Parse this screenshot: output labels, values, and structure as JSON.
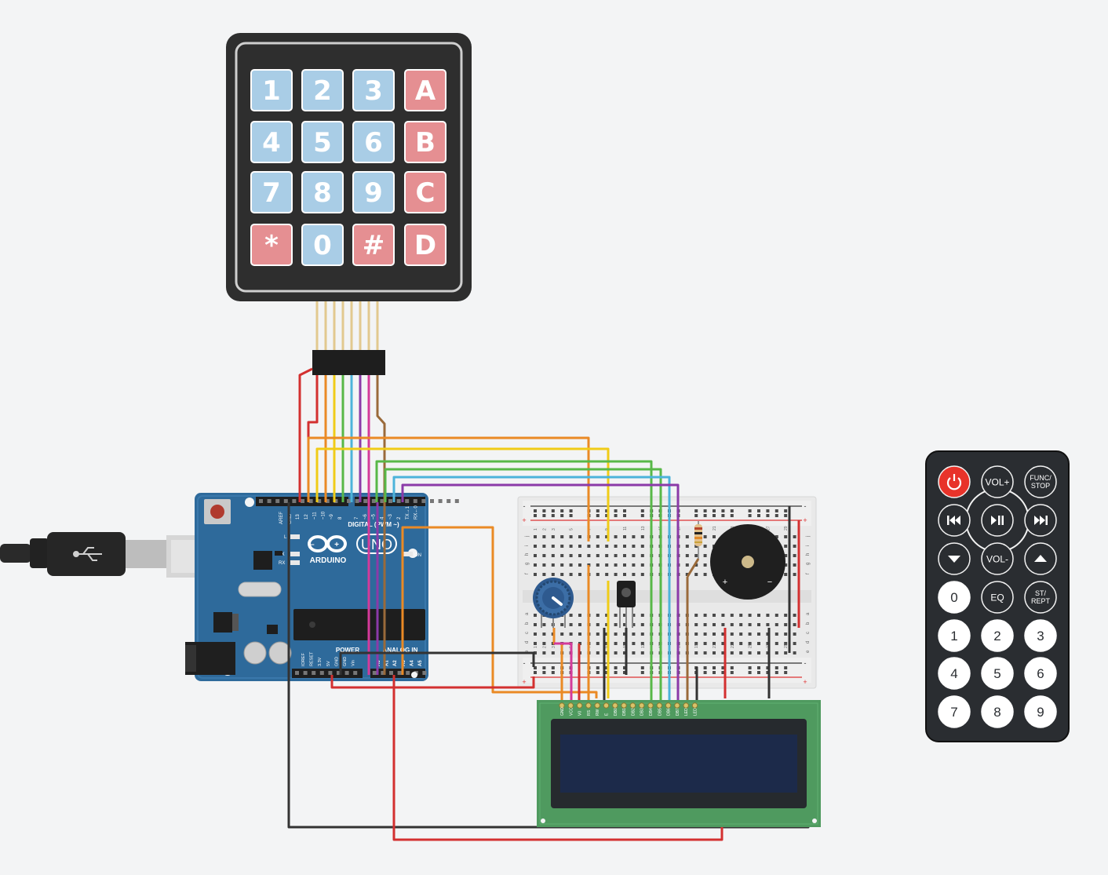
{
  "keypad": {
    "keys": [
      [
        "1",
        "2",
        "3",
        "A"
      ],
      [
        "4",
        "5",
        "6",
        "B"
      ],
      [
        "7",
        "8",
        "9",
        "C"
      ],
      [
        "*",
        "0",
        "#",
        "D"
      ]
    ]
  },
  "arduino": {
    "logo": "ARDUINO",
    "model": "UNO",
    "digital_label": "DIGITAL (PWM ~)",
    "power_label": "POWER",
    "analog_label": "ANALOG IN",
    "on_label": "ON",
    "aref": "AREF",
    "gnd": "GND",
    "tx": "TX",
    "rx": "RX",
    "l": "L",
    "digital_pins": [
      "13",
      "12",
      "~11",
      "~10",
      "~9",
      "8",
      "7",
      "~6",
      "~5",
      "4",
      "~3",
      "2",
      "TX→1",
      "RX←0"
    ],
    "power_pins": [
      "IOREF",
      "RESET",
      "3.3V",
      "5V",
      "GND",
      "GND",
      "Vin"
    ],
    "analog_pins": [
      "A0",
      "A1",
      "A2",
      "A3",
      "A4",
      "A5"
    ]
  },
  "breadboard": {
    "row_letters_top": [
      "j",
      "i",
      "h",
      "g",
      "f"
    ],
    "row_letters_bottom": [
      "e",
      "d",
      "c",
      "b",
      "a"
    ],
    "columns": [
      "1",
      "2",
      "3",
      "4",
      "5",
      "6",
      "7",
      "8",
      "9",
      "10",
      "11",
      "12",
      "13",
      "14",
      "15",
      "16",
      "17",
      "18",
      "19",
      "20",
      "21",
      "22",
      "23",
      "24",
      "25",
      "26",
      "27",
      "28",
      "29",
      "30"
    ],
    "plus": "+",
    "minus": "-"
  },
  "buzzer": {
    "plus": "+",
    "minus": "−"
  },
  "lcd": {
    "pins": [
      "GND",
      "VCC",
      "V0",
      "RS",
      "RW",
      "E",
      "DB0",
      "DB1",
      "DB2",
      "DB3",
      "DB4",
      "DB5",
      "DB6",
      "DB7",
      "LED",
      "LED"
    ]
  },
  "remote": {
    "rows": [
      [
        "power-icon",
        "VOL+",
        "FUNC/\nSTOP"
      ],
      [
        "prev-icon",
        "play-pause-icon",
        "next-icon"
      ],
      [
        "down-icon",
        "VOL-",
        "up-icon"
      ],
      [
        "0",
        "EQ",
        "ST/\nREPT"
      ],
      [
        "1",
        "2",
        "3"
      ],
      [
        "4",
        "5",
        "6"
      ],
      [
        "7",
        "8",
        "9"
      ]
    ],
    "labels": {
      "vol_plus": "VOL+",
      "func_stop": "FUNC/ STOP",
      "vol_minus": "VOL-",
      "eq": "EQ",
      "st_rept": "ST/ REPT"
    },
    "digits": [
      "0",
      "1",
      "2",
      "3",
      "4",
      "5",
      "6",
      "7",
      "8",
      "9"
    ]
  },
  "colors": {
    "keypad_blue": "#a9cde6",
    "keypad_red": "#e58f92",
    "arduino_blue": "#2e6a9b",
    "lcd_green": "#4f9a5f",
    "lcd_screen": "#1c2a4a",
    "wire_red": "#d33030",
    "wire_orange": "#ea8a25",
    "wire_yellow": "#f0cc18",
    "wire_green": "#58b848",
    "wire_cyan": "#4cb3da",
    "wire_purple": "#8b3aa8",
    "wire_brown": "#9a6a3a",
    "wire_black": "#333333",
    "wire_pink": "#d43a9a",
    "remote_body": "#2a2d31",
    "remote_power": "#e8332a"
  }
}
